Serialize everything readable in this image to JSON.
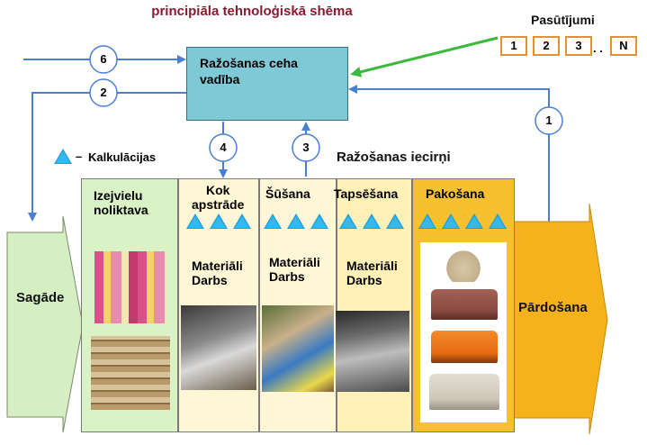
{
  "title": "principiāla tehnoloģiskā shēma",
  "management": {
    "label": "Ražošanas ceha vadība"
  },
  "orders": {
    "label": "Pasūtījumi",
    "items": [
      "1",
      "2",
      "3",
      "N"
    ],
    "ellipsis": ". ."
  },
  "flow_numbers": [
    "6",
    "2",
    "4",
    "3",
    "1"
  ],
  "legend": {
    "dash": "–",
    "label": "Kalkulācijas"
  },
  "areas_label": "Ražošanas iecirņi",
  "supply": {
    "label": "Sagāde"
  },
  "sales": {
    "label": "Pārdošana"
  },
  "stages": [
    {
      "name": "Izejvielu noliktava",
      "line1": "Izejvielu",
      "line2": "noliktava"
    },
    {
      "name": "Kok apstrāde",
      "line1": "Kok",
      "line2": "apstrāde",
      "cost1": "Materiāli",
      "cost2": "Darbs"
    },
    {
      "name": "Šūšana",
      "line1": "Šūšana",
      "cost1": "Materiāli",
      "cost2": "Darbs"
    },
    {
      "name": "Tapsēšana",
      "line1": "Tapsēšana",
      "cost1": "Materiāli",
      "cost2": "Darbs"
    },
    {
      "name": "Pakošana",
      "line1": "Pakošana"
    }
  ],
  "colors": {
    "title": "#8b1a2e",
    "management_box": "#7ec9d6",
    "arrow_blue": "#4a7fd4",
    "arrow_green": "#3cb83c",
    "order_border": "#e8912a",
    "sales_orange": "#f6b21b",
    "supply_green": "#d5efc2",
    "calc_triangle": "#1fa0d8"
  }
}
